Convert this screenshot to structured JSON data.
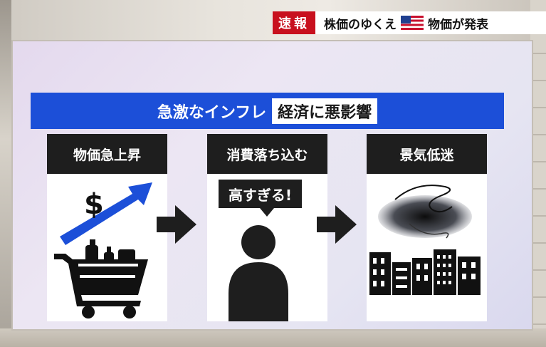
{
  "banner": {
    "tag": "速報",
    "topic": "株価のゆくえ",
    "flag_icon": "us-flag-icon",
    "subtopic": "物価が発表",
    "tag_color": "#c8101e"
  },
  "headline": {
    "lead": "急激なインフレ",
    "highlight": "経済に悪影響",
    "bar_color": "#1c4fd8"
  },
  "panels": [
    {
      "title": "物価急上昇",
      "icons": [
        "dollar-icon",
        "rising-arrow-icon",
        "shopping-cart-icon"
      ]
    },
    {
      "title": "消費落ち込む",
      "speech": "高すぎる!",
      "icons": [
        "person-icon",
        "speech-bubble-icon"
      ]
    },
    {
      "title": "景気低迷",
      "icons": [
        "dark-cloud-icon",
        "buildings-icon"
      ]
    }
  ],
  "flow_icons": [
    "right-arrow-icon",
    "right-arrow-icon"
  ]
}
